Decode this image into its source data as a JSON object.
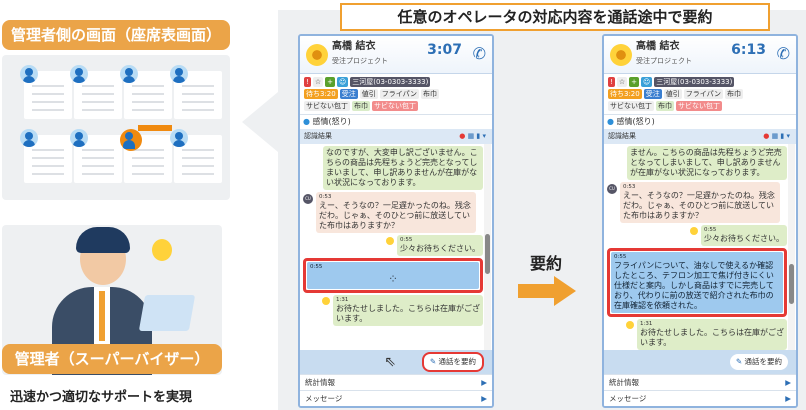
{
  "title": "任意のオペレータの対応内容を通話途中で要約",
  "left": {
    "seat_label": "管理者側の画面（座席表画面）",
    "supervisor_label": "管理者（スーパーバイザー）",
    "bottom_text": "迅速かつ適切なサポートを実現"
  },
  "arrow_label": "要約",
  "colors": {
    "accent": "#eba448",
    "highlight": "#e53935",
    "brand": "#2d6fb5"
  },
  "panels": [
    {
      "name": "高橋 結衣",
      "project": "受注プロジェクト",
      "time": "3:07",
      "tags": [
        "待ち3:20",
        "受注",
        "値引",
        "フライパン",
        "布巾",
        "サビない包丁",
        "布巾",
        "サビない包丁"
      ],
      "caller": "三河屋(03-0303-3333)",
      "emotion": "感情(怒り)",
      "recognition": "認識結果",
      "msg_top": "なのですが、大変申し訳ございません。こちらの商品は先程ちょうど完売となってしまいまして、申し訳ありませんが在庫がない状況になっております。",
      "cu_avatar": "CU",
      "cu_time": "0:53",
      "cu_text": "えー、そうなの？一足遅かったのね。残念だわ。じゃぁ、そのひとつ前に放送していた布巾はありますか？",
      "op_time": "0:55",
      "op_text": "少々お待ちください。",
      "sum_time": "0:55",
      "sum_text": "",
      "op2_time": "1:31",
      "op2_text": "お待たせしました。こちらは在庫がございます。",
      "summary_button": "通話を要約",
      "stats": "統計情報",
      "message": "メッセージ"
    },
    {
      "name": "高橋 結衣",
      "project": "受注プロジェクト",
      "time": "6:13",
      "tags": [
        "待ち3:20",
        "受注",
        "値引",
        "フライパン",
        "布巾",
        "サビない包丁",
        "布巾",
        "サビない包丁"
      ],
      "caller": "三河屋(03-0303-3333)",
      "emotion": "感情(怒り)",
      "recognition": "認識結果",
      "msg_top": "ません。こちらの商品は先程ちょうど完売となってしまいまして、申し訳ありませんが在庫がない状況になっております。",
      "cu_avatar": "CU",
      "cu_time": "0:53",
      "cu_text": "えー、そうなの？一足遅かったのね。残念だわ。じゃぁ、そのひとつ前に放送していた布巾はありますか？",
      "op_time": "0:55",
      "op_text": "少々お待ちください。",
      "sum_time": "0:55",
      "sum_text": "フライパンについて、油なしで使えるか確認したところ、テフロン加工で焦げ付きにくい仕様だと案内。しかし商品はすでに完売しており、代わりに前の放送で紹介された布巾の在庫確認を依頼された。",
      "op2_time": "1:31",
      "op2_text": "お待たせしました。こちらは在庫がございます。",
      "summary_button": "通話を要約",
      "stats": "統計情報",
      "message": "メッセージ"
    }
  ]
}
